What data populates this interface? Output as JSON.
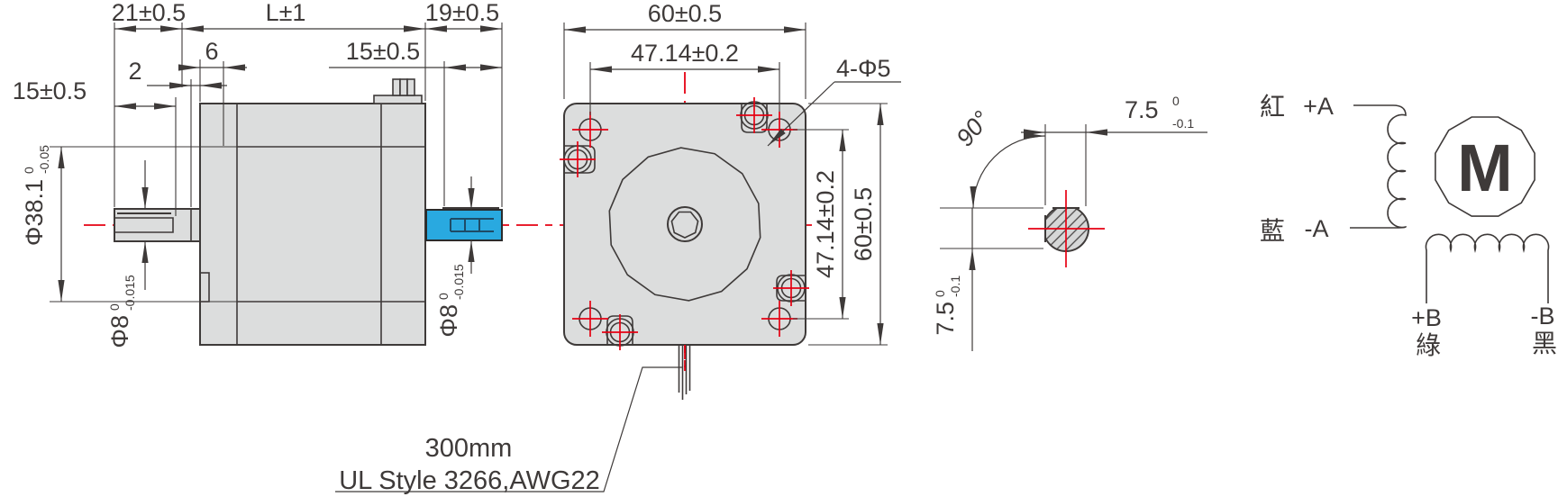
{
  "colors": {
    "line": "#3E3A39",
    "body_fill": "#DCDDDD",
    "shaft_blue": "#29A9E0",
    "accent_red": "#E60012"
  },
  "side_view": {
    "dims": {
      "rear_shaft_len": "15±0.5",
      "rear_assembly_len": "21±0.5",
      "body_length": "L±1",
      "front_shaft_len": "19±0.5",
      "front_flat_len": "15±0.5",
      "rear_boss_len": "6",
      "rear_step_len": "2",
      "pilot_dia": {
        "main": "Φ38.1",
        "sup": "0",
        "sub": "-0.05"
      },
      "rear_shaft_dia": {
        "main": "Φ8",
        "sup": "0",
        "sub": "-0.015"
      },
      "front_shaft_dia": {
        "main": "Φ8",
        "sup": "0",
        "sub": "-0.015"
      }
    }
  },
  "front_view": {
    "dims": {
      "width": "60±0.5",
      "hole_span_h": "47.14±0.2",
      "mount_holes": "4-Φ5",
      "hole_span_v": "47.14±0.2",
      "height": "60±0.5"
    },
    "cable_note": {
      "length": "300mm",
      "spec": "UL Style 3266,AWG22"
    }
  },
  "shaft_section": {
    "flat_angle": "90°",
    "flat_width": {
      "main": "7.5",
      "sup": "0",
      "sub": "-0.1"
    },
    "flat_height": {
      "main": "7.5",
      "sup": "0",
      "sub": "-0.1"
    }
  },
  "wiring": {
    "lead_a_pos_color": "紅",
    "lead_a_pos": "+A",
    "lead_a_neg_color": "藍",
    "lead_a_neg": "-A",
    "motor": "M",
    "lead_b_pos": "+B",
    "lead_b_pos_color": "綠",
    "lead_b_neg": "-B",
    "lead_b_neg_color": "黑"
  }
}
